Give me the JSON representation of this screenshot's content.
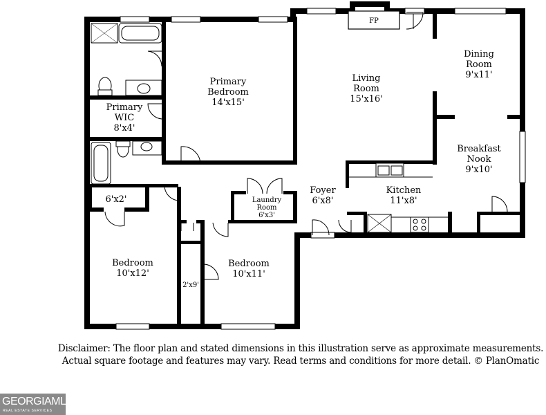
{
  "rooms": {
    "primary_bedroom": {
      "name_line1": "Primary",
      "name_line2": "Bedroom",
      "dims": "14'x15'"
    },
    "primary_wic": {
      "name_line1": "Primary",
      "name_line2": "WIC",
      "dims": "8'x4'"
    },
    "living_room": {
      "name_line1": "Living",
      "name_line2": "Room",
      "dims": "15'x16'"
    },
    "dining_room": {
      "name_line1": "Dining",
      "name_line2": "Room",
      "dims": "9'x11'"
    },
    "breakfast_nook": {
      "name_line1": "Breakfast",
      "name_line2": "Nook",
      "dims": "9'x10'"
    },
    "kitchen": {
      "name": "Kitchen",
      "dims": "11'x8'"
    },
    "foyer": {
      "name": "Foyer",
      "dims": "6'x8'"
    },
    "laundry_room": {
      "name_line1": "Laundry",
      "name_line2": "Room",
      "dims": "6'x3'"
    },
    "closet_6x2": {
      "dims": "6'x2'"
    },
    "bedroom_left": {
      "name": "Bedroom",
      "dims": "10'x12'"
    },
    "bedroom_right": {
      "name": "Bedroom",
      "dims": "10'x11'"
    },
    "closet_2x9": {
      "dims": "2'x9'"
    },
    "fireplace": {
      "label": "FP"
    }
  },
  "disclaimer": {
    "line1": "Disclaimer: The floor plan and stated dimensions in this illustration serve as approximate measurements.",
    "line2": "Actual square footage and features may vary. Read terms and conditions for more detail. © PlanOmatic"
  },
  "logo": {
    "main": "GEORGIAMLS",
    "sub": "REAL ESTATE SERVICES"
  }
}
